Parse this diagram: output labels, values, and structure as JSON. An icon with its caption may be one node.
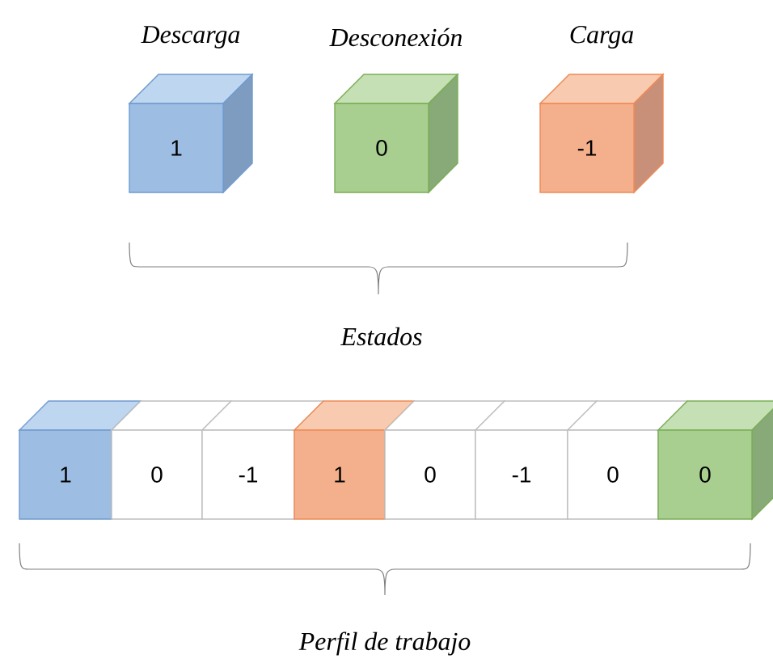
{
  "diagram": {
    "nodes": [
      {
        "text": [
          "Descarga",
          "1"
        ]
      },
      {
        "text": [
          "Desconexión",
          "0"
        ]
      },
      {
        "text": [
          "Carga",
          "-1"
        ]
      },
      {
        "text": [
          "1"
        ]
      },
      {
        "text": [
          "0"
        ]
      },
      {
        "text": [
          "-1"
        ]
      },
      {
        "text": [
          "1"
        ]
      },
      {
        "text": [
          "0"
        ]
      },
      {
        "text": [
          "-1"
        ]
      },
      {
        "text": [
          "0"
        ]
      },
      {
        "text": [
          "0"
        ]
      }
    ],
    "edges": [],
    "labels": [
      "Estados",
      "Perfil de trabajo"
    ]
  }
}
